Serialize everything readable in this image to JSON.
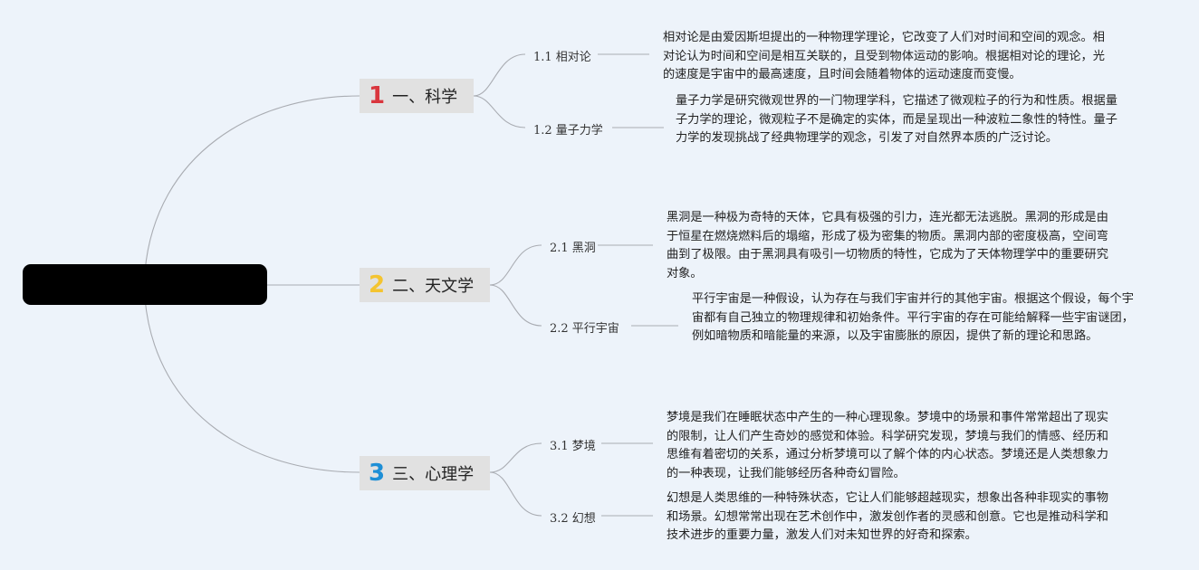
{
  "root": {
    "label": ""
  },
  "branches": [
    {
      "number": "1",
      "color": "#d9363e",
      "label": "一、科学",
      "children": [
        {
          "label": "1.1 相对论",
          "text": "相对论是由爱因斯坦提出的一种物理学理论，它改变了人们对时间和空间的观念。相对论认为时间和空间是相互关联的，且受到物体运动的影响。根据相对论的理论，光的速度是宇宙中的最高速度，且时间会随着物体的运动速度而变慢。"
        },
        {
          "label": "1.2 量子力学",
          "text": "量子力学是研究微观世界的一门物理学科，它描述了微观粒子的行为和性质。根据量子力学的理论，微观粒子不是确定的实体，而是呈现出一种波粒二象性的特性。量子力学的发现挑战了经典物理学的观念，引发了对自然界本质的广泛讨论。"
        }
      ]
    },
    {
      "number": "2",
      "color": "#f4c430",
      "label": "二、天文学",
      "children": [
        {
          "label": "2.1 黑洞",
          "text": "黑洞是一种极为奇特的天体，它具有极强的引力，连光都无法逃脱。黑洞的形成是由于恒星在燃烧燃料后的塌缩，形成了极为密集的物质。黑洞内部的密度极高，空间弯曲到了极限。由于黑洞具有吸引一切物质的特性，它成为了天体物理学中的重要研究对象。"
        },
        {
          "label": "2.2 平行宇宙",
          "text": "平行宇宙是一种假设，认为存在与我们宇宙并行的其他宇宙。根据这个假设，每个宇宙都有自己独立的物理规律和初始条件。平行宇宙的存在可能给解释一些宇宙谜团，例如暗物质和暗能量的来源，以及宇宙膨胀的原因，提供了新的理论和思路。"
        }
      ]
    },
    {
      "number": "3",
      "color": "#1e8fd6",
      "label": "三、心理学",
      "children": [
        {
          "label": "3.1 梦境",
          "text": "梦境是我们在睡眠状态中产生的一种心理现象。梦境中的场景和事件常常超出了现实的限制，让人们产生奇妙的感觉和体验。科学研究发现，梦境与我们的情感、经历和思维有着密切的关系，通过分析梦境可以了解个体的内心状态。梦境还是人类想象力的一种表现，让我们能够经历各种奇幻冒险。"
        },
        {
          "label": "3.2 幻想",
          "text": "幻想是人类思维的一种特殊状态，它让人们能够超越现实，想象出各种非现实的事物和场景。幻想常常出现在艺术创作中，激发创作者的灵感和创意。它也是推动科学和技术进步的重要力量，激发人们对未知世界的好奇和探索。"
        }
      ]
    }
  ]
}
